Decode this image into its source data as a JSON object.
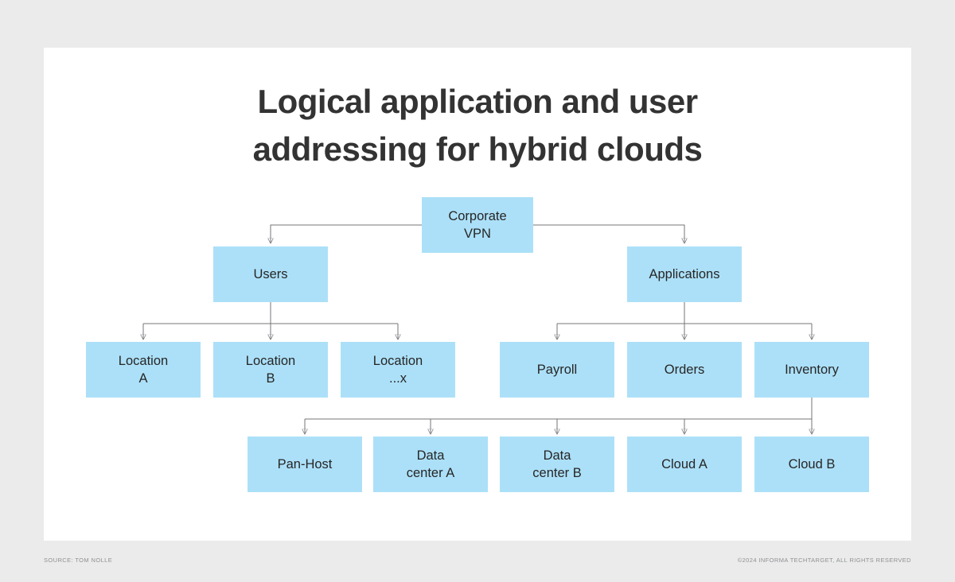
{
  "title": {
    "line1": "Logical application and user",
    "line2": "addressing for hybrid clouds"
  },
  "diagram": {
    "nodes": {
      "corporate_vpn": "Corporate\nVPN",
      "users": "Users",
      "applications": "Applications",
      "location_a": "Location\nA",
      "location_b": "Location\nB",
      "location_x": "Location\n...x",
      "payroll": "Payroll",
      "orders": "Orders",
      "inventory": "Inventory",
      "pan_host": "Pan-Host",
      "data_center_a": "Data\ncenter A",
      "data_center_b": "Data\ncenter B",
      "cloud_a": "Cloud A",
      "cloud_b": "Cloud B"
    },
    "edges": [
      {
        "from": "corporate_vpn",
        "to": "users"
      },
      {
        "from": "corporate_vpn",
        "to": "applications"
      },
      {
        "from": "users",
        "to": "location_a"
      },
      {
        "from": "users",
        "to": "location_b"
      },
      {
        "from": "users",
        "to": "location_x"
      },
      {
        "from": "applications",
        "to": "payroll"
      },
      {
        "from": "applications",
        "to": "orders"
      },
      {
        "from": "applications",
        "to": "inventory"
      },
      {
        "from": "inventory",
        "to": "pan_host"
      },
      {
        "from": "inventory",
        "to": "data_center_a"
      },
      {
        "from": "inventory",
        "to": "data_center_b"
      },
      {
        "from": "inventory",
        "to": "cloud_a"
      },
      {
        "from": "inventory",
        "to": "cloud_b"
      }
    ]
  },
  "footer": {
    "source": "SOURCE: TOM NOLLE",
    "copyright": "©2024 INFORMA TECHTARGET, ALL RIGHTS RESERVED"
  },
  "colors": {
    "background": "#ebebeb",
    "card": "#ffffff",
    "node_fill": "#ace0f8",
    "node_text": "#262626",
    "connector": "#74757a",
    "title_text": "#333333"
  }
}
